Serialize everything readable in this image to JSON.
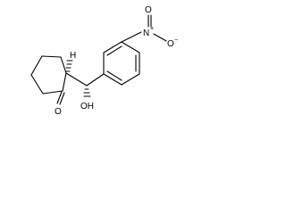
{
  "molecule": {
    "atoms": {
      "ketone_oxygen": "O",
      "hydroxyl": "OH",
      "stereo_hydrogen": "H",
      "nitro_oxygen_top": "O",
      "nitro_oxygen_bottom": "O",
      "nitro_nitrogen": "N",
      "nitrogen_charge": "+",
      "oxygen_charge": "−"
    }
  }
}
